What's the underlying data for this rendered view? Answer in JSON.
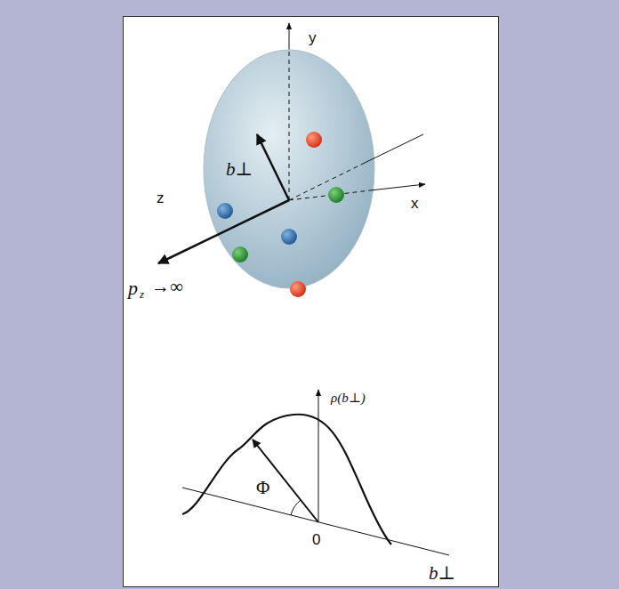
{
  "diagram": {
    "labels": [
      "y",
      "x",
      "z",
      "b⊥",
      "p",
      "z",
      "→∞",
      "ρ(b⊥)",
      "Φ",
      "0",
      "b⊥"
    ]
  }
}
